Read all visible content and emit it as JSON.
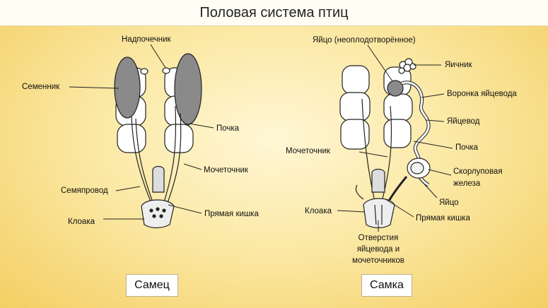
{
  "title": "Половая система птиц",
  "male": {
    "caption": "Самец",
    "labels": {
      "adrenal": "Надпочечник",
      "testis": "Семенник",
      "kidney": "Почка",
      "ureter": "Мочеточник",
      "vas_deferens": "Семяпровод",
      "cloaca": "Клоака",
      "rectum": "Прямая кишка"
    }
  },
  "female": {
    "caption": "Самка",
    "labels": {
      "egg_unfertilized": "Яйцо (неоплодотворённое)",
      "ovary": "Яичник",
      "funnel": "Воронка яйцевода",
      "oviduct": "Яйцевод",
      "kidney": "Почка",
      "ureter": "Мочеточник",
      "shell_gland_1": "Скорлуповая",
      "shell_gland_2": "железа",
      "egg": "Яйцо",
      "cloaca": "Клоака",
      "rectum": "Прямая кишка",
      "openings_1": "Отверстия",
      "openings_2": "яйцевода и",
      "openings_3": "мочеточников"
    }
  }
}
